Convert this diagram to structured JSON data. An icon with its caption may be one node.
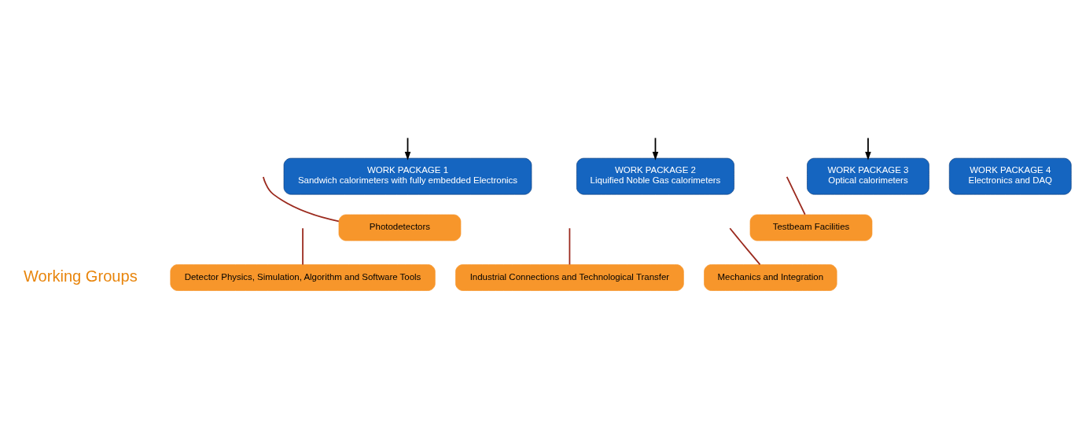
{
  "diagram": {
    "nodes": [
      {
        "text": [
          "WORK PACKAGE 1",
          "Sandwich calorimeters with fully embedded Electronics"
        ]
      },
      {
        "text": [
          "WORK PACKAGE 2",
          "Liquified Noble Gas calorimeters"
        ]
      },
      {
        "text": [
          "WORK PACKAGE 3",
          "Optical calorimeters"
        ]
      },
      {
        "text": [
          "WORK PACKAGE 4",
          "Electronics and DAQ"
        ]
      },
      {
        "text": [
          "Photodetectors"
        ]
      },
      {
        "text": [
          "Testbeam Facilities"
        ]
      },
      {
        "text": [
          "Detector Physics, Simulation, Algorithm and Software Tools"
        ]
      },
      {
        "text": [
          "Industrial Connections and Technological Transfer"
        ]
      },
      {
        "text": [
          "Mechanics and Integration"
        ]
      }
    ],
    "edges": [
      {
        "from": null,
        "to": 0,
        "arrow": "to",
        "color": "#000000"
      },
      {
        "from": null,
        "to": 1,
        "arrow": "to",
        "color": "#000000"
      },
      {
        "from": null,
        "to": 2,
        "arrow": "to",
        "color": "#000000"
      },
      {
        "from": null,
        "to": 4,
        "arrow": "none"
      },
      {
        "from": null,
        "to": 5,
        "arrow": "none"
      },
      {
        "from": null,
        "to": 6,
        "arrow": "none"
      },
      {
        "from": null,
        "to": 7,
        "arrow": "none"
      },
      {
        "from": null,
        "to": 8,
        "arrow": "none"
      }
    ],
    "labels": [
      "Working Groups"
    ]
  }
}
